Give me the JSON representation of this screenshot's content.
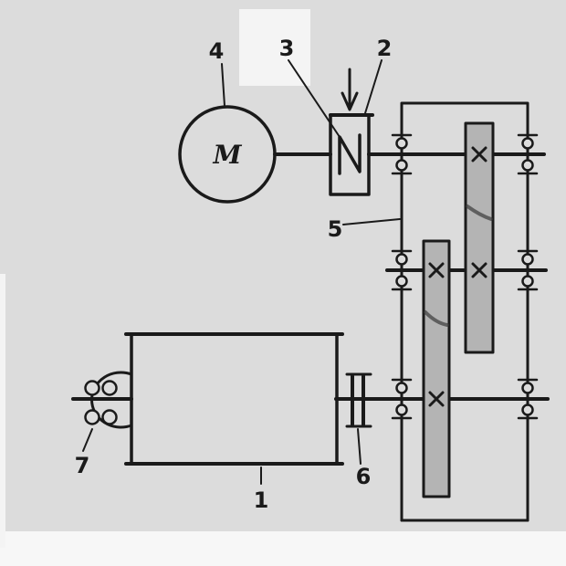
{
  "diagram": {
    "ink_color": "#1a1a1a",
    "paper_color": "#dcdcdc",
    "gear_fill": "#b4b4b4",
    "labels": {
      "drum": "1",
      "brake": "2",
      "clutch": "3",
      "motor": "4",
      "gearbox": "5",
      "coupling": "6",
      "rope_pulley": "7",
      "motor_symbol": "M"
    }
  }
}
